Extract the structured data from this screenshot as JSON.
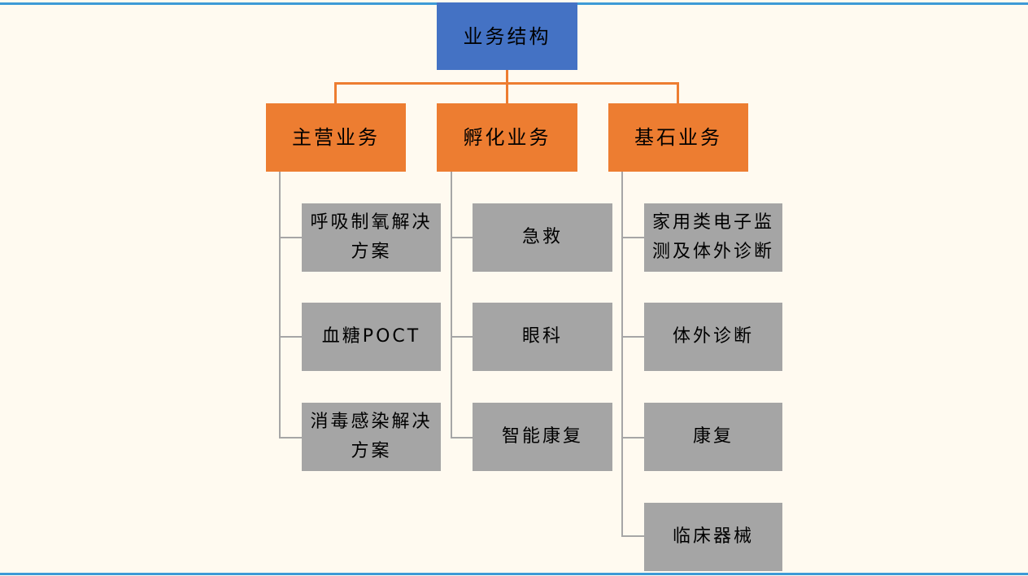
{
  "root": {
    "label": "业务结构"
  },
  "categories": [
    {
      "label": "主营业务",
      "items": [
        "呼吸制氧解决方案",
        "血糖POCT",
        "消毒感染解决方案"
      ]
    },
    {
      "label": "孵化业务",
      "items": [
        "急救",
        "眼科",
        "智能康复"
      ]
    },
    {
      "label": "基石业务",
      "items": [
        "家用类电子监测及体外诊断",
        "体外诊断",
        "康复",
        "临床器械"
      ]
    }
  ],
  "colors": {
    "root_fill": "#4472c4",
    "category_fill": "#ed7d31",
    "leaf_fill": "#a5a5a5",
    "connector_root": "#ed7d31",
    "connector_leaf": "#a6a6a6",
    "rule": "#3d9ad6",
    "background": "#fffaf0"
  }
}
